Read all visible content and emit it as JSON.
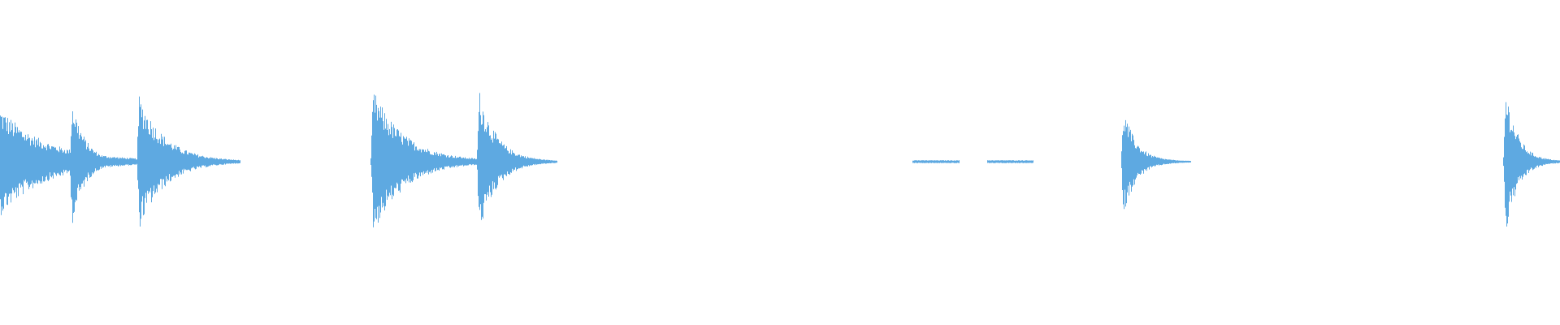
{
  "waveform": {
    "color": "#5ea9e1",
    "background": "#ffffff",
    "bursts": [
      {
        "start": 0.0,
        "peak": 0.52,
        "decay": 0.22,
        "length": 0.13
      },
      {
        "start": 0.046,
        "peak": 0.62,
        "decay": 0.2,
        "length": 0.04
      },
      {
        "start": 0.089,
        "peak": 0.65,
        "decay": 0.25,
        "length": 0.065
      },
      {
        "start": 0.239,
        "peak": 0.7,
        "decay": 0.22,
        "length": 0.09
      },
      {
        "start": 0.307,
        "peak": 0.7,
        "decay": 0.22,
        "length": 0.05
      },
      {
        "start": 0.72,
        "peak": 0.52,
        "decay": 0.18,
        "length": 0.045
      },
      {
        "start": 0.965,
        "peak": 0.72,
        "decay": 0.22,
        "length": 0.035
      }
    ],
    "faint_segments": [
      {
        "start": 0.585,
        "end": 0.615
      },
      {
        "start": 0.633,
        "end": 0.662
      }
    ]
  }
}
